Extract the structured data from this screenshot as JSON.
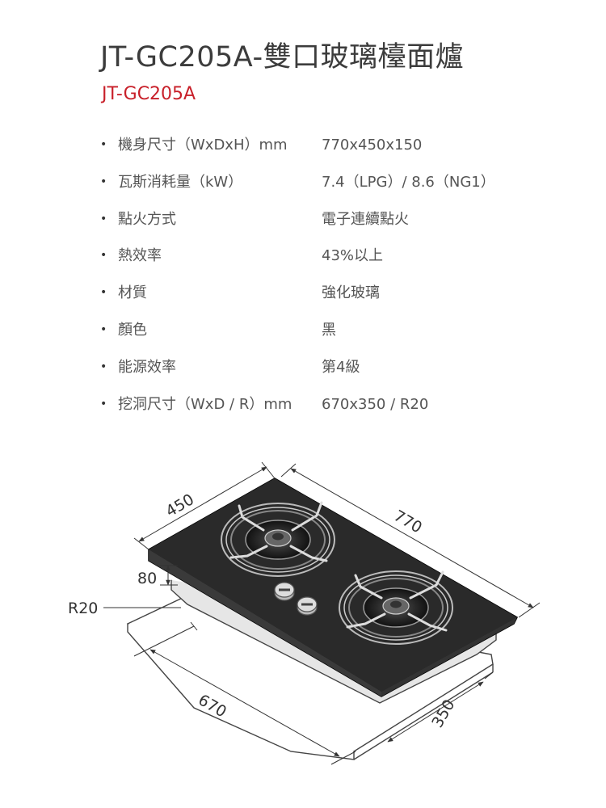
{
  "title": "JT-GC205A-雙口玻璃檯面爐",
  "model": "JT-GC205A",
  "bullet": "•",
  "specs": [
    {
      "label": "機身尺寸（WxDxH）mm",
      "value": "770x450x150"
    },
    {
      "label": "瓦斯消耗量（kW）",
      "value": "7.4（LPG）/ 8.6（NG1）"
    },
    {
      "label": "點火方式",
      "value": "電子連續點火"
    },
    {
      "label": "熱效率",
      "value": "43%以上"
    },
    {
      "label": "材質",
      "value": "強化玻璃"
    },
    {
      "label": "顏色",
      "value": "黑"
    },
    {
      "label": "能源效率",
      "value": "第4級"
    },
    {
      "label": "挖洞尺寸（WxD / R）mm",
      "value": "670x350 / R20"
    }
  ],
  "dimensions": {
    "depth": "450",
    "width": "770",
    "height": "80",
    "radius": "R20",
    "cutout_width": "670",
    "cutout_depth": "350"
  }
}
